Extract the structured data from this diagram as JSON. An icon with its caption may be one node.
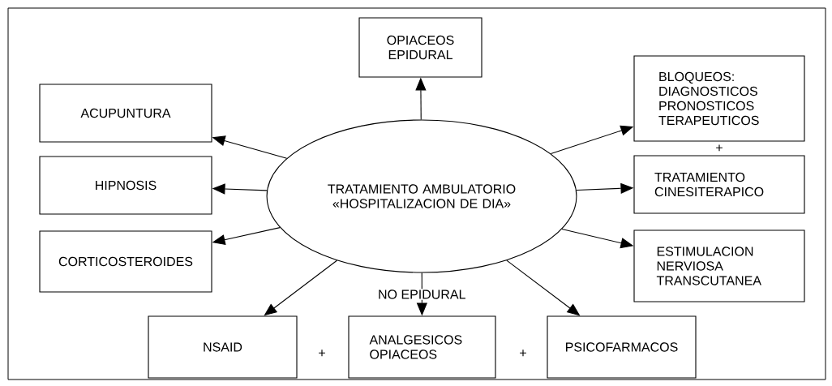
{
  "diagram": {
    "nodes": [
      {
        "text": [
          "TRATAMIENTO AMBULATORIO «HOSPITALIZACION DE DIA»"
        ]
      },
      {
        "text": [
          "OPIACEOS EPIDURAL"
        ]
      },
      {
        "text": [
          "ACUPUNTURA"
        ]
      },
      {
        "text": [
          "HIPNOSIS"
        ]
      },
      {
        "text": [
          "CORTICOSTEROIDES"
        ]
      },
      {
        "text": [
          "BLOQUEOS: DIAGNOSTICOS PRONOSTICOS TERAPEUTICOS"
        ]
      },
      {
        "text": [
          "TRATAMIENTO CINESITERAPICO"
        ]
      },
      {
        "text": [
          "ESTIMULACION NERVIOSA TRANSCUTANEA"
        ]
      },
      {
        "text": [
          "NSAID"
        ]
      },
      {
        "text": [
          "ANALGESICOS OPIACEOS"
        ]
      },
      {
        "text": [
          "PSICOFARMACOS"
        ]
      }
    ],
    "edges": [
      {
        "from": 0,
        "to": 1,
        "arrow": "to"
      },
      {
        "from": 0,
        "to": 2,
        "arrow": "to"
      },
      {
        "from": 0,
        "to": 3,
        "arrow": "to"
      },
      {
        "from": 0,
        "to": 4,
        "arrow": "to"
      },
      {
        "from": 0,
        "to": 5,
        "arrow": "to"
      },
      {
        "from": 0,
        "to": 6,
        "arrow": "to"
      },
      {
        "from": 0,
        "to": 7,
        "arrow": "to"
      },
      {
        "from": 0,
        "to": 8,
        "arrow": "to"
      },
      {
        "from": 0,
        "to": 9,
        "arrow": "to",
        "label": "NO EPIDURAL"
      },
      {
        "from": 0,
        "to": 10,
        "arrow": "to"
      }
    ],
    "labels": [
      "+",
      "+",
      "+"
    ]
  }
}
